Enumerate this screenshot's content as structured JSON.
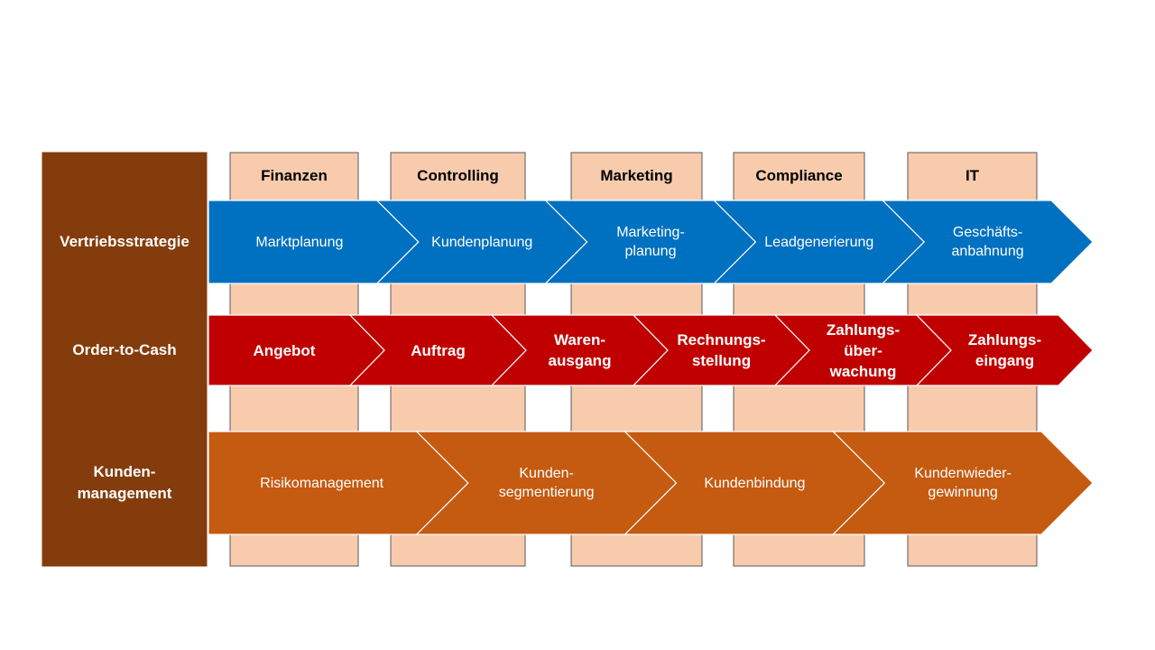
{
  "departments": [
    "Finanzen",
    "Controlling",
    "Marketing",
    "Compliance",
    "IT"
  ],
  "rows": [
    {
      "label": "Vertriebsstrategie",
      "color": "#0070C0",
      "steps": [
        "Marktplanung",
        "Kundenplanung",
        "Marketing-\nplanung",
        "Leadgenerierung",
        "Geschäfts-\nanbahnung"
      ]
    },
    {
      "label": "Order-to-Cash",
      "color": "#C00000",
      "steps": [
        "Angebot",
        "Auftrag",
        "Waren-\nausgang",
        "Rechnungs-\nstellung",
        "Zahlungs-\nüber-\nwachung",
        "Zahlungs-\neingang"
      ]
    },
    {
      "label": "Kunden-\nmanagement",
      "color": "#C55A11",
      "steps": [
        "Risikomanagement",
        "Kunden-\nsegmentierung",
        "Kundenbindung",
        "Kundenwieder-\ngewinnung"
      ]
    }
  ],
  "colors": {
    "label_column": "#843C0C",
    "department_column": "#F8CBAD",
    "department_border": "#595959"
  }
}
